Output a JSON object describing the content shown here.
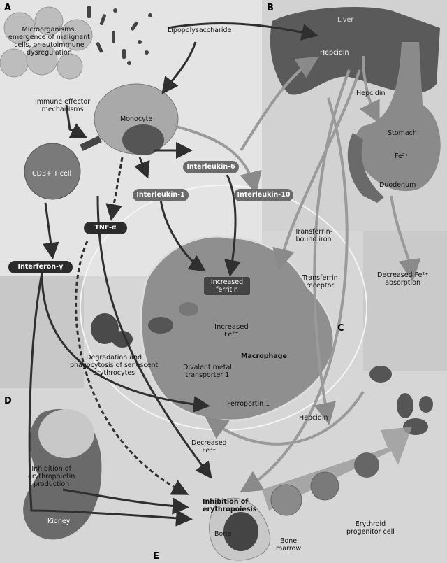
{
  "panels": {
    "a": "A",
    "b": "B",
    "c": "C",
    "d": "D",
    "e": "E"
  },
  "labels": {
    "microorganisms": "Microorganisms,\nemergence of malignant\ncells, or autoimmune\ndysregulation",
    "lipopolysaccharide": "Lipopolysaccharide",
    "liver": "Liver",
    "hepcidin_liver": "Hepcidin",
    "hepcidin_stomach": "Hepcidin",
    "stomach": "Stomach",
    "fe_stomach": "Fe²⁺",
    "duodenum": "Duodenum",
    "immune_effector": "Immune effector\nmechanisms",
    "monocyte": "Monocyte",
    "cd3": "CD3+ T cell",
    "interleukin6": "Interleukin-6",
    "interleukin1": "Interleukin-1",
    "interleukin10": "Interleukin-10",
    "tnf": "TNF-α",
    "interferon": "Interferon-γ",
    "transferrin_iron": "Transferrin-\nbound iron",
    "transferrin_receptor": "Transferrin\nreceptor",
    "increased_ferritin": "Increased\nferritin",
    "increased_fe": "Increased\nFe²⁺",
    "degradation": "Degradation and\nphagocytosis of senescent\nerythrocytes",
    "macrophage": "Macrophage",
    "divalent": "Divalent metal\ntransporter 1",
    "ferroportin": "Ferroportin 1",
    "hepcidin_mac": "Hepcidin",
    "decreased_fe": "Decreased\nFe²⁺",
    "decreased_absorption": "Decreased Fe²⁺\nabsorption",
    "inhibition_epo": "Inhibition of\nerythropoietin\nproduction",
    "kidney": "Kidney",
    "inhibition_erythro": "Inhibition of\nerythropoiesis",
    "bone": "Bone",
    "bone_marrow": "Bone\nmarrow",
    "erythroid": "Erythroid\nprogenitor cell"
  },
  "colors": {
    "background": "#d8d8d8",
    "dark_organ": "#555555",
    "arrow_dark": "#2f2f2f",
    "arrow_light": "#9a9a9a"
  }
}
